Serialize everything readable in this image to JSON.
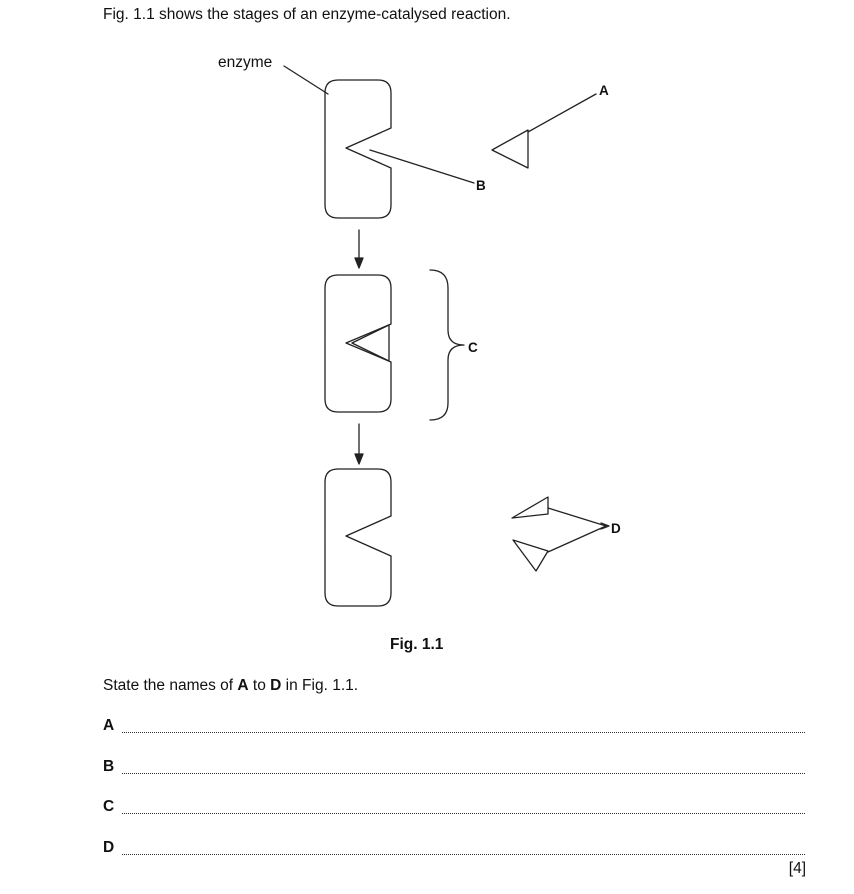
{
  "intro_text": "Fig. 1.1 shows the stages of an enzyme-catalysed reaction.",
  "figure": {
    "enzyme_label": "enzyme",
    "label_a": "A",
    "label_b": "B",
    "label_c": "C",
    "label_d": "D",
    "caption": "Fig. 1.1"
  },
  "question": {
    "prefix": "State the names of ",
    "from_letter": "A",
    "middle": " to ",
    "to_letter": "D",
    "suffix": " in Fig. 1.1."
  },
  "answers": [
    {
      "label": "A"
    },
    {
      "label": "B"
    },
    {
      "label": "C"
    },
    {
      "label": "D"
    }
  ],
  "marks": "[4]"
}
